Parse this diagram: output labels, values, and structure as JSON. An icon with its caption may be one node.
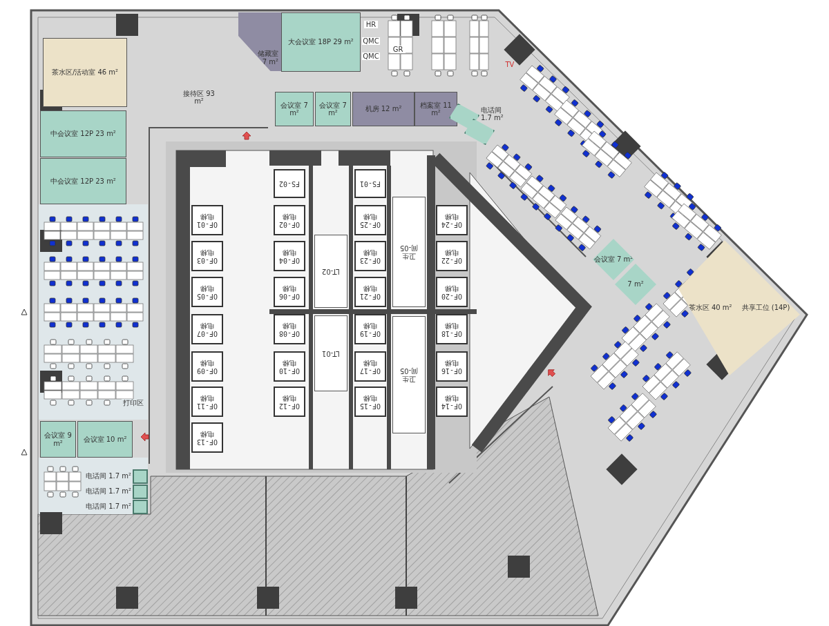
{
  "diagram": {
    "nodes": [
      {
        "text": [
          "茶水区/活动室 46 m²"
        ]
      },
      {
        "text": [
          "储藏室 7 m²"
        ]
      },
      {
        "text": [
          "大会议室 18P 29 m²"
        ]
      },
      {
        "text": [
          "会议室 7 m²"
        ]
      },
      {
        "text": [
          "会议室 7 m²"
        ]
      },
      {
        "text": [
          "机房 12 m²"
        ]
      },
      {
        "text": [
          "档案室 11 m²"
        ]
      },
      {
        "text": [],
        "shape": "box",
        "beside": [
          "电话间 1.7 m²"
        ]
      },
      {
        "text": [],
        "shape": "box"
      },
      {
        "text": [
          "中会议室 12P 23 m²"
        ]
      },
      {
        "text": [
          "中会议室 12P 23 m²"
        ]
      },
      {
        "text": [
          "会议室 9 m²"
        ]
      },
      {
        "text": [
          "会议室 10 m²"
        ]
      },
      {
        "text": [],
        "shape": "box",
        "beside": [
          "电话间 1.7 m²"
        ]
      },
      {
        "text": [],
        "shape": "box",
        "beside": [
          "电话间 1.7 m²"
        ]
      },
      {
        "text": [],
        "shape": "box",
        "beside": [
          "电话间 1.7 m²"
        ]
      },
      {
        "text": [
          "FS-02"
        ]
      },
      {
        "text": [
          "FS-01"
        ]
      },
      {
        "text": [
          "OF-01",
          "电梯"
        ]
      },
      {
        "text": [
          "OF-02",
          "电梯"
        ]
      },
      {
        "text": [
          "OF-03",
          "电梯"
        ]
      },
      {
        "text": [
          "OF-04",
          "电梯"
        ]
      },
      {
        "text": [
          "OF-05",
          "电梯"
        ]
      },
      {
        "text": [
          "OF-06",
          "电梯"
        ]
      },
      {
        "text": [
          "OF-07",
          "电梯"
        ]
      },
      {
        "text": [
          "OF-08",
          "电梯"
        ]
      },
      {
        "text": [
          "OF-09",
          "电梯"
        ]
      },
      {
        "text": [
          "OF-10",
          "电梯"
        ]
      },
      {
        "text": [
          "OF-11",
          "电梯"
        ]
      },
      {
        "text": [
          "OF-12",
          "电梯"
        ]
      },
      {
        "text": [
          "OF-13",
          "电梯"
        ]
      },
      {
        "text": [
          "OF-14",
          "电梯"
        ]
      },
      {
        "text": [
          "OF-15",
          "电梯"
        ]
      },
      {
        "text": [
          "OF-16",
          "电梯"
        ]
      },
      {
        "text": [
          "OF-17",
          "电梯"
        ]
      },
      {
        "text": [
          "OF-18",
          "电梯"
        ]
      },
      {
        "text": [
          "OF-19",
          "电梯"
        ]
      },
      {
        "text": [
          "OF-20",
          "电梯"
        ]
      },
      {
        "text": [
          "OF-21",
          "电梯"
        ]
      },
      {
        "text": [
          "OF-22",
          "电梯"
        ]
      },
      {
        "text": [
          "OF-23",
          "电梯"
        ]
      },
      {
        "text": [
          "OF-24",
          "电梯"
        ]
      },
      {
        "text": [
          "OF-25",
          "电梯"
        ]
      },
      {
        "text": [
          "LT-02"
        ]
      },
      {
        "text": [
          "LT-01"
        ]
      },
      {
        "text": [
          "卫生间-05"
        ]
      },
      {
        "text": [
          "卫生间-05"
        ]
      },
      {
        "text": [
          "会议室 7 m²"
        ]
      },
      {
        "text": [
          "7 m²"
        ]
      },
      {
        "text": [
          "茶水区 40 m²",
          "共享工位 (14P)"
        ]
      }
    ],
    "labels": [
      "接待区 93 m²",
      "HR",
      "QMC",
      "QMC",
      "GR",
      "TV",
      "打印区"
    ]
  }
}
